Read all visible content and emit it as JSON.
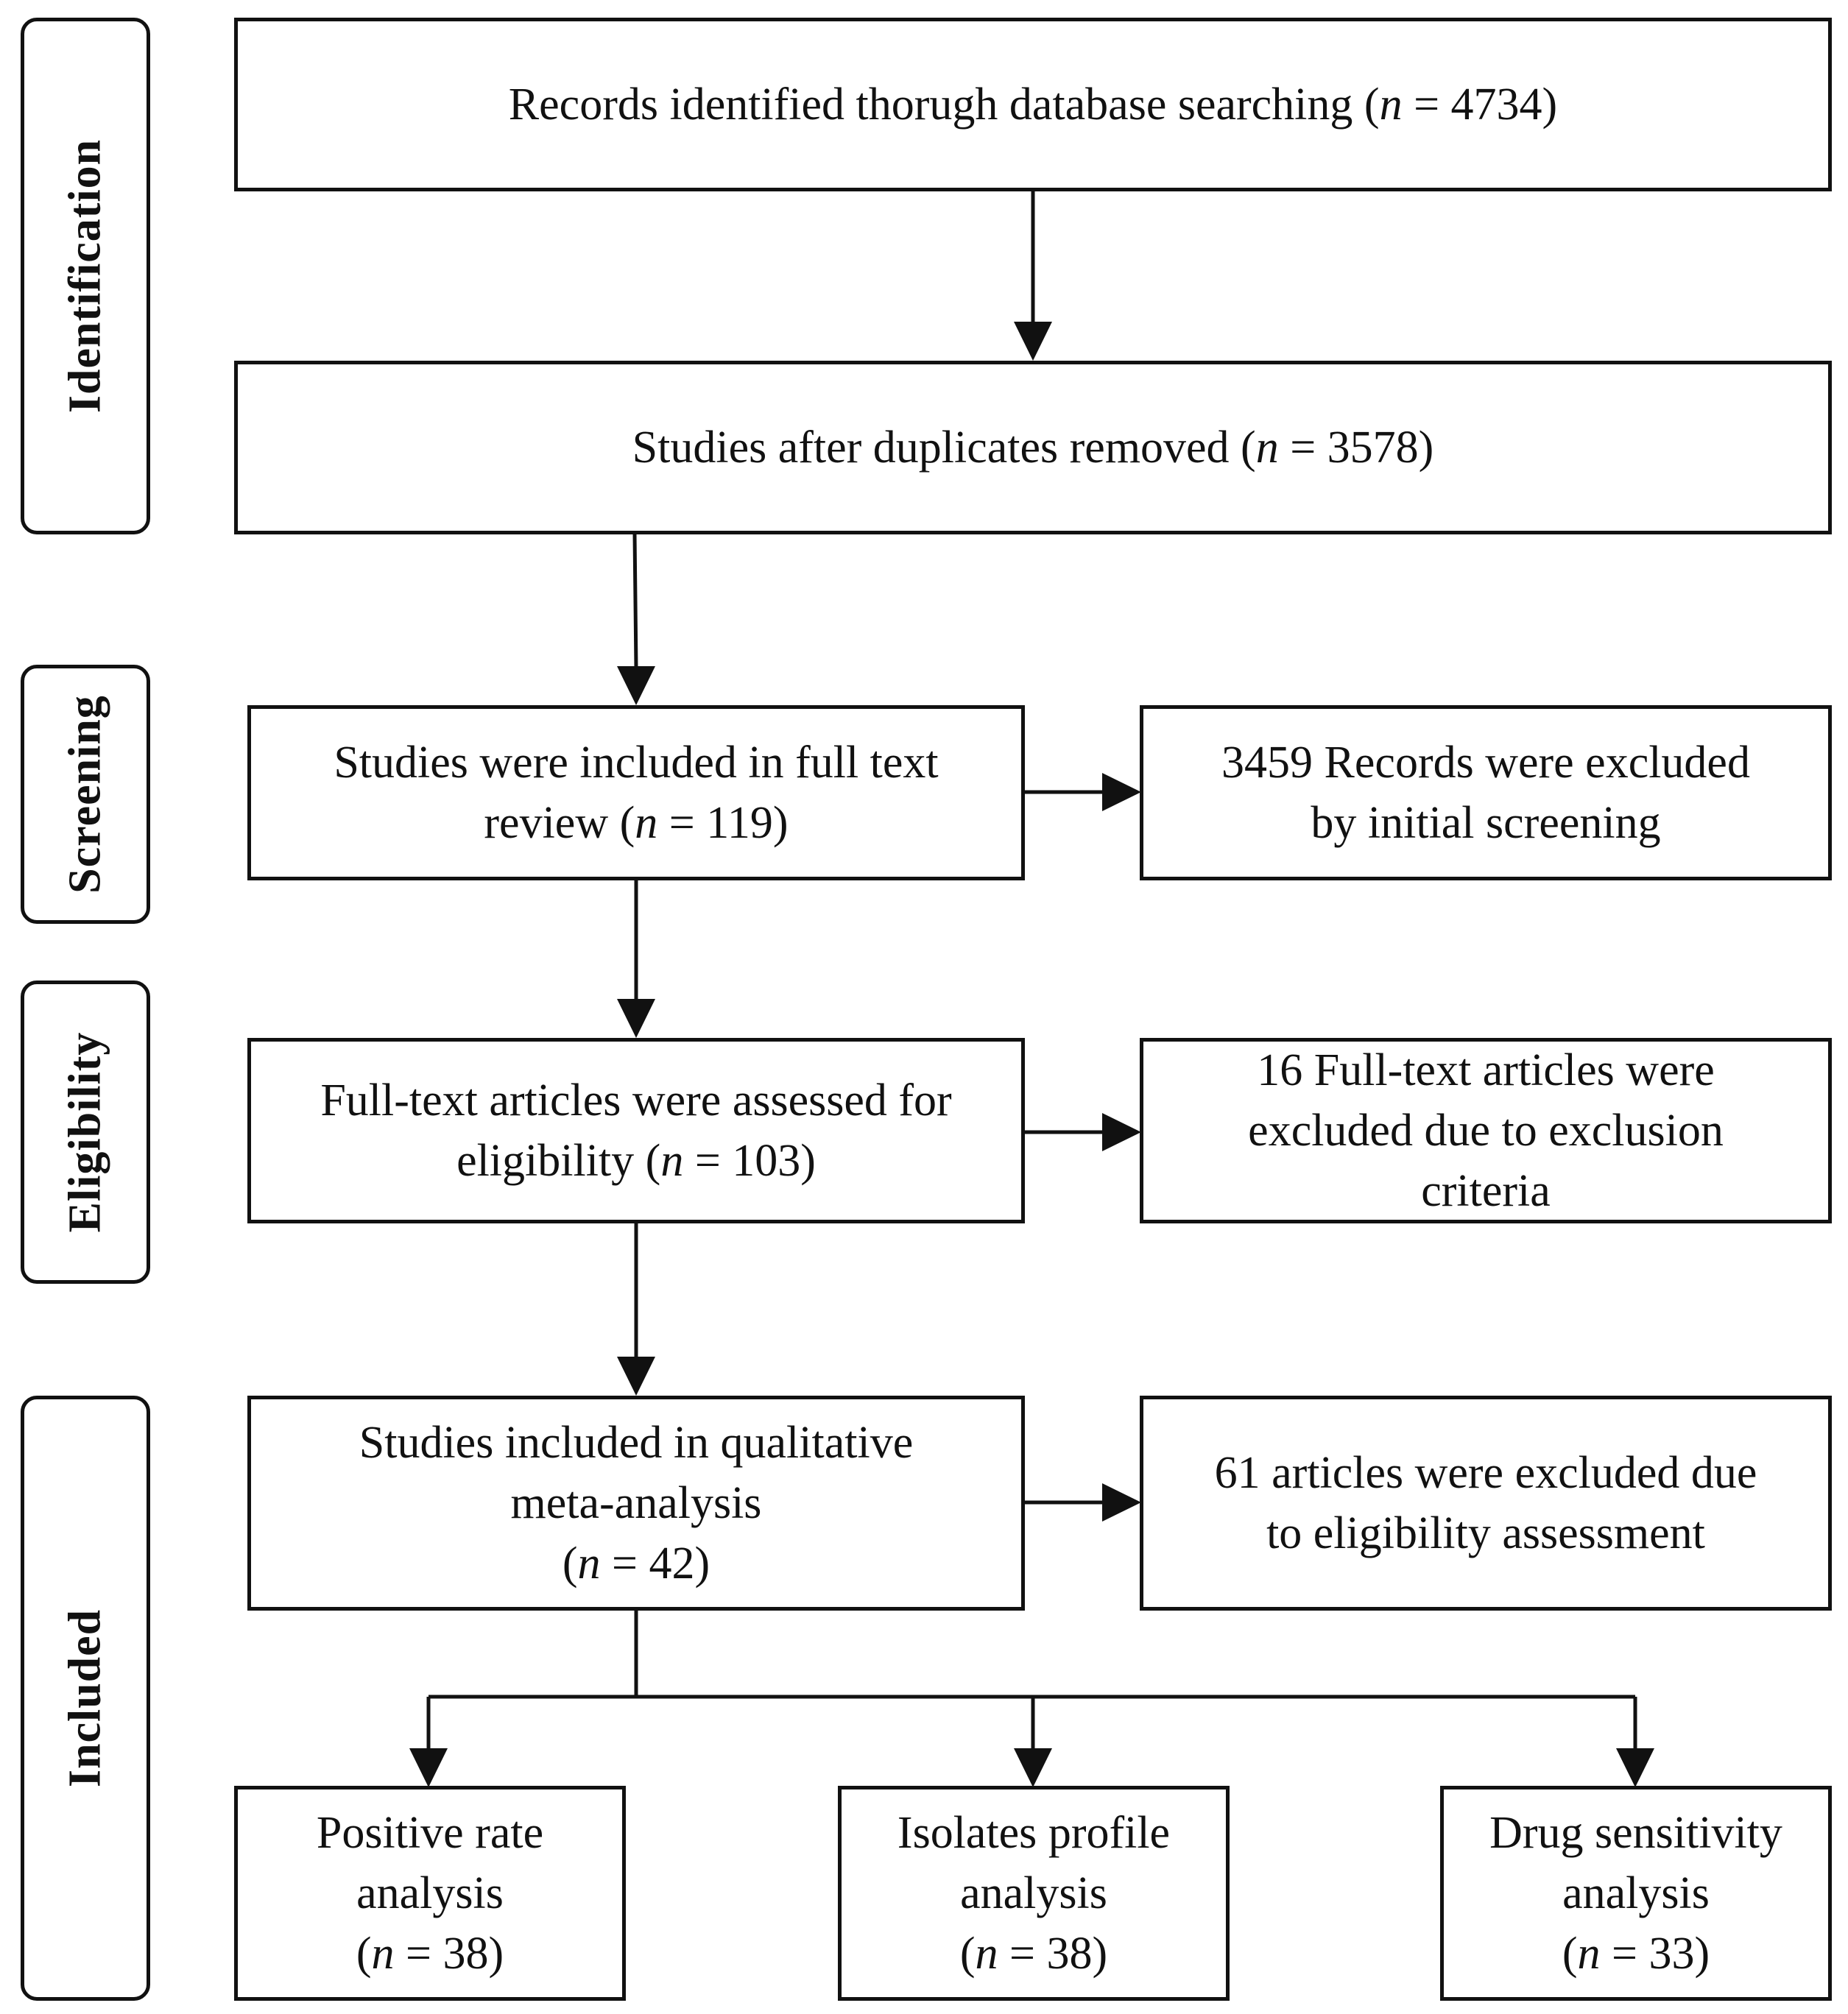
{
  "phases": {
    "identification": "Identification",
    "screening": "Screening",
    "eligibility": "Eligibility",
    "included": "Included"
  },
  "boxes": {
    "records_identified": {
      "prefix": "Records identified thorugh database searching (",
      "n": "n",
      "suffix": " = 4734)"
    },
    "duplicates_removed": {
      "prefix": "Studies after duplicates removed (",
      "n": "n",
      "suffix": " = 3578)"
    },
    "full_text_review": {
      "line1": "Studies were included in full text",
      "prefix": "review (",
      "n": "n",
      "suffix": " = 119)"
    },
    "excluded_screening": {
      "line1": "3459 Records were excluded",
      "line2": "by initial screening"
    },
    "assessed_eligibility": {
      "line1": "Full-text articles were assessed for",
      "prefix": "eligibility (",
      "n": "n",
      "suffix": " = 103)"
    },
    "excluded_criteria": {
      "line1": "16 Full-text articles were",
      "line2": "excluded due to exclusion",
      "line3": "criteria"
    },
    "qualitative": {
      "line1": "Studies included in qualitative",
      "line2": "meta-analysis",
      "prefix": "(",
      "n": "n",
      "suffix": " = 42)"
    },
    "excluded_eligibility": {
      "line1": "61 articles were excluded due",
      "line2": "to eligibility assessment"
    },
    "positive_rate": {
      "line1": "Positive rate",
      "line2": "analysis",
      "prefix": "(",
      "n": "n",
      "suffix": " = 38)"
    },
    "isolates_profile": {
      "line1": "Isolates profile",
      "line2": "analysis",
      "prefix": "(",
      "n": "n",
      "suffix": " = 38)"
    },
    "drug_sensitivity": {
      "line1": "Drug sensitivity",
      "line2": "analysis",
      "prefix": "(",
      "n": "n",
      "suffix": " = 33)"
    }
  }
}
